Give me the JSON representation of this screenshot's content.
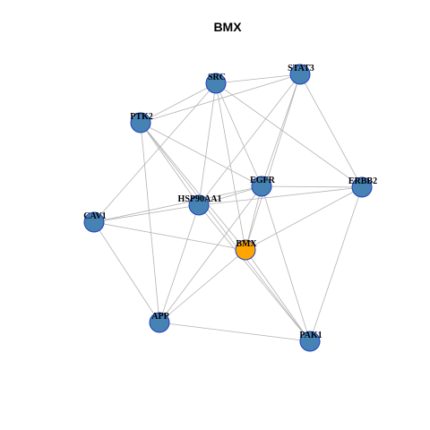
{
  "title": "BMX",
  "colors": {
    "default_node": "#4682B4",
    "highlight_node": "#FFA500",
    "node_border": "#1F3FBF",
    "edge": "#B3B3B3"
  },
  "nodes": [
    {
      "id": "SRC",
      "label": "SRC",
      "highlight": false
    },
    {
      "id": "STAT3",
      "label": "STAT3",
      "highlight": false
    },
    {
      "id": "PTK2",
      "label": "PTK2",
      "highlight": false
    },
    {
      "id": "EGFR",
      "label": "EGFR",
      "highlight": false
    },
    {
      "id": "ERBB2",
      "label": "ERBB2",
      "highlight": false
    },
    {
      "id": "HSP90AA1",
      "label": "HSP90AA1",
      "highlight": false
    },
    {
      "id": "CAV1",
      "label": "CAV1",
      "highlight": false
    },
    {
      "id": "BMX",
      "label": "BMX",
      "highlight": true
    },
    {
      "id": "APP",
      "label": "APP",
      "highlight": false
    },
    {
      "id": "PAK1",
      "label": "PAK1",
      "highlight": false
    }
  ],
  "edges": [
    [
      "SRC",
      "STAT3"
    ],
    [
      "SRC",
      "PTK2"
    ],
    [
      "SRC",
      "EGFR"
    ],
    [
      "SRC",
      "ERBB2"
    ],
    [
      "SRC",
      "HSP90AA1"
    ],
    [
      "SRC",
      "BMX"
    ],
    [
      "SRC",
      "CAV1"
    ],
    [
      "STAT3",
      "PTK2"
    ],
    [
      "STAT3",
      "EGFR"
    ],
    [
      "STAT3",
      "ERBB2"
    ],
    [
      "STAT3",
      "HSP90AA1"
    ],
    [
      "STAT3",
      "BMX"
    ],
    [
      "PTK2",
      "EGFR"
    ],
    [
      "PTK2",
      "BMX"
    ],
    [
      "PTK2",
      "APP"
    ],
    [
      "PTK2",
      "PAK1"
    ],
    [
      "PTK2",
      "HSP90AA1"
    ],
    [
      "EGFR",
      "ERBB2"
    ],
    [
      "EGFR",
      "HSP90AA1"
    ],
    [
      "EGFR",
      "CAV1"
    ],
    [
      "EGFR",
      "APP"
    ],
    [
      "EGFR",
      "PAK1"
    ],
    [
      "EGFR",
      "BMX"
    ],
    [
      "ERBB2",
      "HSP90AA1"
    ],
    [
      "ERBB2",
      "BMX"
    ],
    [
      "ERBB2",
      "PAK1"
    ],
    [
      "HSP90AA1",
      "CAV1"
    ],
    [
      "HSP90AA1",
      "APP"
    ],
    [
      "HSP90AA1",
      "PAK1"
    ],
    [
      "CAV1",
      "BMX"
    ],
    [
      "CAV1",
      "APP"
    ],
    [
      "BMX",
      "APP"
    ],
    [
      "BMX",
      "PAK1"
    ],
    [
      "APP",
      "PAK1"
    ]
  ]
}
